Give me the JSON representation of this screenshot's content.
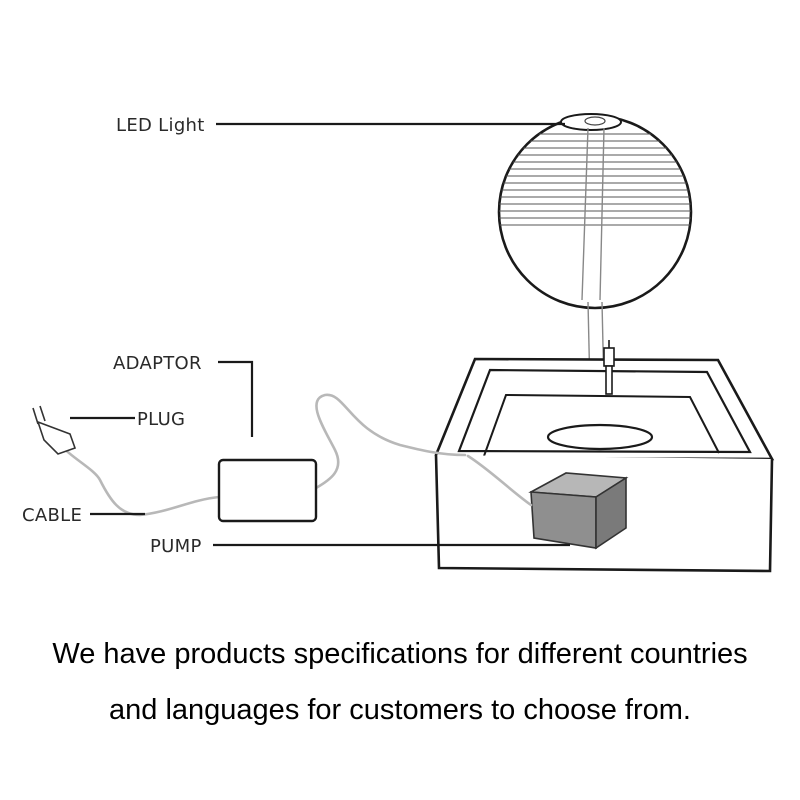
{
  "labels": {
    "led_light": "LED Light",
    "adaptor": "ADAPTOR",
    "plug": "PLUG",
    "cable": "CABLE",
    "pump": "PUMP"
  },
  "caption": {
    "line1": "We have products specifications for different countries",
    "line2": "and languages for customers to choose from."
  },
  "colors": {
    "line": "#1a1a1a",
    "cable": "#b8b8b8",
    "pump_fill": "#8f8f8f",
    "text": "#2a2a2a"
  }
}
